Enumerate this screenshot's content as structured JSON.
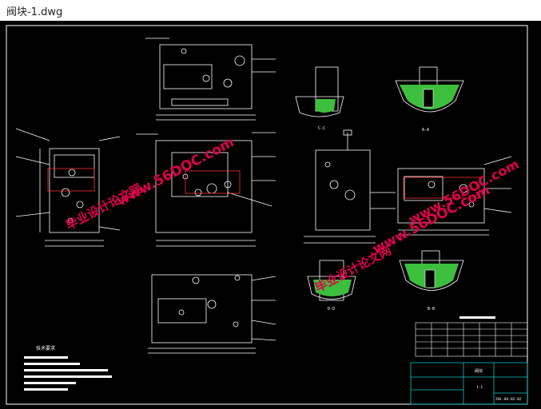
{
  "window": {
    "title": "阀块-1.dwg"
  },
  "watermark": {
    "brand": "www.56DOC.com",
    "slogan": "毕业设计论文网",
    "color": "#e0004a"
  },
  "colors": {
    "background": "#000000",
    "lines": "#ffffff",
    "hatch": "#3cbf3c",
    "hole": "#ff3030",
    "dim": "#ffffff"
  },
  "notes": {
    "title": "技术要求"
  },
  "title_block": {
    "part_name": "阀块",
    "drawing_no": "ZHL-04-02-02",
    "scale": "1:1"
  },
  "section_labels": [
    "C-C",
    "A-A",
    "D-D",
    "B-B"
  ]
}
